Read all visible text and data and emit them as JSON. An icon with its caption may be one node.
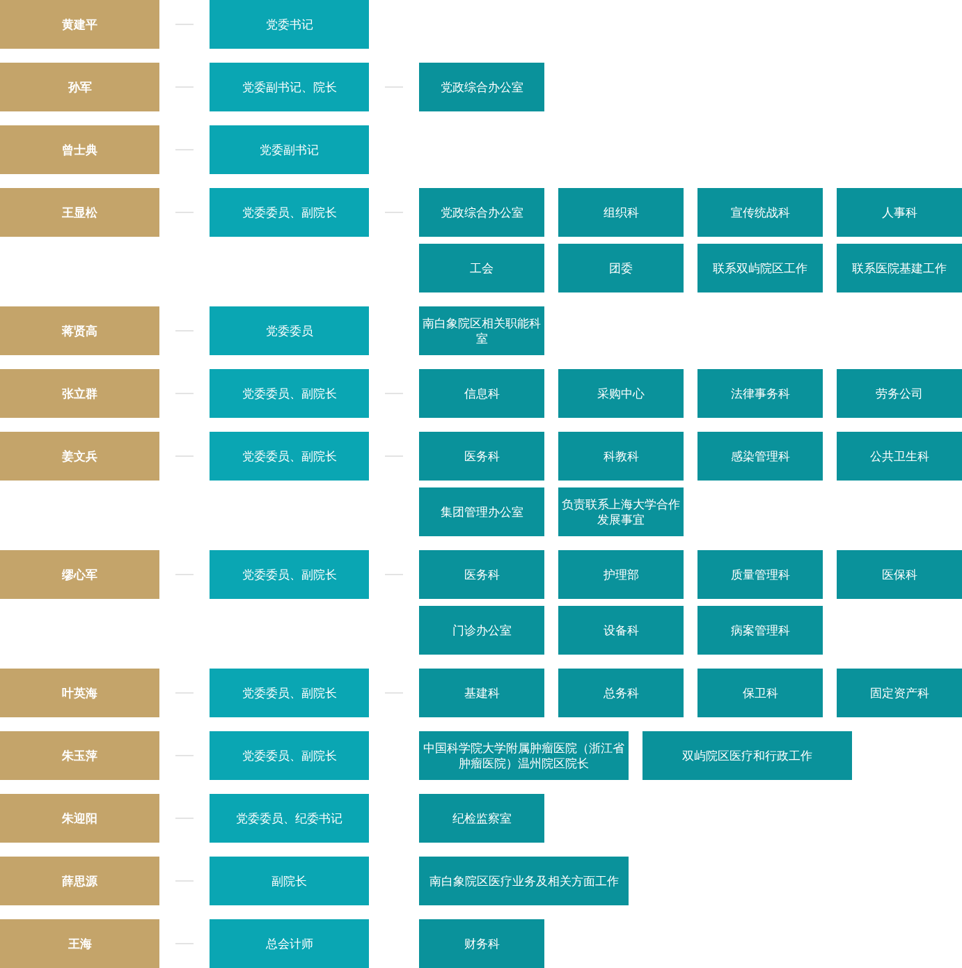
{
  "diagram": {
    "nodes": [
      {
        "text": [
          "黄建平"
        ]
      },
      {
        "text": [
          "党委书记"
        ]
      },
      {
        "text": [
          "孙军"
        ]
      },
      {
        "text": [
          "党委副书记、院长"
        ]
      },
      {
        "text": [
          "党政综合办公室"
        ]
      },
      {
        "text": [
          "曾士典"
        ]
      },
      {
        "text": [
          "党委副书记"
        ]
      },
      {
        "text": [
          "王显松"
        ]
      },
      {
        "text": [
          "党委委员、副院长"
        ]
      },
      {
        "text": [
          "党政综合办公室"
        ]
      },
      {
        "text": [
          "组织科"
        ]
      },
      {
        "text": [
          "宣传统战科"
        ]
      },
      {
        "text": [
          "人事科"
        ]
      },
      {
        "text": [
          "工会"
        ]
      },
      {
        "text": [
          "团委"
        ]
      },
      {
        "text": [
          "联系双屿院区工作"
        ]
      },
      {
        "text": [
          "联系医院基建工作"
        ]
      },
      {
        "text": [
          "蒋贤高"
        ]
      },
      {
        "text": [
          "党委委员"
        ]
      },
      {
        "text": [
          "南白象院区相关职能科室"
        ]
      },
      {
        "text": [
          "张立群"
        ]
      },
      {
        "text": [
          "党委委员、副院长"
        ]
      },
      {
        "text": [
          "信息科"
        ]
      },
      {
        "text": [
          "采购中心"
        ]
      },
      {
        "text": [
          "法律事务科"
        ]
      },
      {
        "text": [
          "劳务公司"
        ]
      },
      {
        "text": [
          "姜文兵"
        ]
      },
      {
        "text": [
          "党委委员、副院长"
        ]
      },
      {
        "text": [
          "医务科"
        ]
      },
      {
        "text": [
          "科教科"
        ]
      },
      {
        "text": [
          "感染管理科"
        ]
      },
      {
        "text": [
          "公共卫生科"
        ]
      },
      {
        "text": [
          "集团管理办公室"
        ]
      },
      {
        "text": [
          "负责联系上海大学合作发展事宜"
        ]
      },
      {
        "text": [
          "缪心军"
        ]
      },
      {
        "text": [
          "党委委员、副院长"
        ]
      },
      {
        "text": [
          "医务科"
        ]
      },
      {
        "text": [
          "护理部"
        ]
      },
      {
        "text": [
          "质量管理科"
        ]
      },
      {
        "text": [
          "医保科"
        ]
      },
      {
        "text": [
          "门诊办公室"
        ]
      },
      {
        "text": [
          "设备科"
        ]
      },
      {
        "text": [
          "病案管理科"
        ]
      },
      {
        "text": [
          "叶英海"
        ]
      },
      {
        "text": [
          "党委委员、副院长"
        ]
      },
      {
        "text": [
          "基建科"
        ]
      },
      {
        "text": [
          "总务科"
        ]
      },
      {
        "text": [
          "保卫科"
        ]
      },
      {
        "text": [
          "固定资产科"
        ]
      },
      {
        "text": [
          "朱玉萍"
        ]
      },
      {
        "text": [
          "党委委员、副院长"
        ]
      },
      {
        "text": [
          "中国科学院大学附属肿瘤医院（浙江省肿瘤医院）温州院区院长"
        ]
      },
      {
        "text": [
          "双屿院区医疗和行政工作"
        ]
      },
      {
        "text": [
          "朱迎阳"
        ]
      },
      {
        "text": [
          "党委委员、纪委书记"
        ]
      },
      {
        "text": [
          "纪检监察室"
        ]
      },
      {
        "text": [
          "薛思源"
        ]
      },
      {
        "text": [
          "副院长"
        ]
      },
      {
        "text": [
          "南白象院区医疗业务及相关方面工作"
        ]
      },
      {
        "text": [
          "王海"
        ]
      },
      {
        "text": [
          "总会计师"
        ]
      },
      {
        "text": [
          "财务科"
        ]
      }
    ],
    "edges": [
      {
        "from": 0,
        "to": 1,
        "arrow": "none"
      },
      {
        "from": 2,
        "to": 3,
        "arrow": "none"
      },
      {
        "from": 3,
        "to": 4,
        "arrow": "none"
      },
      {
        "from": 5,
        "to": 6,
        "arrow": "none"
      },
      {
        "from": 7,
        "to": 8,
        "arrow": "none"
      },
      {
        "from": 8,
        "to": 9,
        "arrow": "none"
      },
      {
        "from": 17,
        "to": 18,
        "arrow": "none"
      },
      {
        "from": 20,
        "to": 21,
        "arrow": "none"
      },
      {
        "from": 21,
        "to": 22,
        "arrow": "none"
      },
      {
        "from": 26,
        "to": 27,
        "arrow": "none"
      },
      {
        "from": 27,
        "to": 28,
        "arrow": "none"
      },
      {
        "from": 34,
        "to": 35,
        "arrow": "none"
      },
      {
        "from": 35,
        "to": 36,
        "arrow": "none"
      },
      {
        "from": 43,
        "to": 44,
        "arrow": "none"
      },
      {
        "from": 44,
        "to": 45,
        "arrow": "none"
      },
      {
        "from": 49,
        "to": 50,
        "arrow": "none"
      },
      {
        "from": 53,
        "to": 54,
        "arrow": "none"
      },
      {
        "from": 56,
        "to": 57,
        "arrow": "none"
      },
      {
        "from": 59,
        "to": 60,
        "arrow": "none"
      }
    ]
  }
}
